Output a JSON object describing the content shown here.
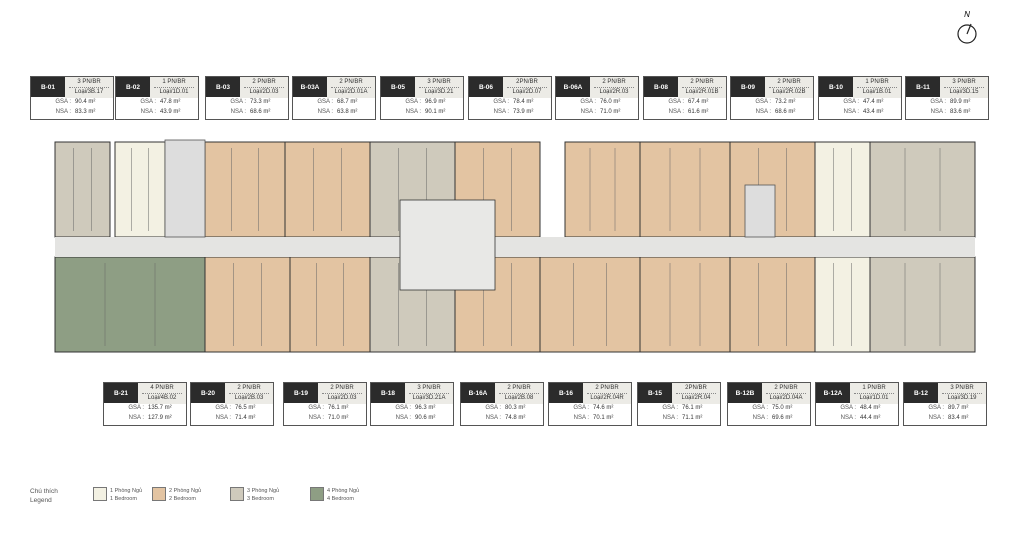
{
  "colors": {
    "1": "#f3f1e3",
    "2": "#e3c4a2",
    "3": "#cfcabc",
    "4": "#8e9e84"
  },
  "compass": {
    "label": "N"
  },
  "labels": {
    "gsa": "GSA :",
    "nsa": "NSA :"
  },
  "top_units": [
    {
      "code": "B-01",
      "type": "3 PN/BR",
      "model": "Loại/3B.17",
      "gsa": "90.4 m²",
      "nsa": "83.3 m²",
      "br": 3
    },
    {
      "code": "B-02",
      "type": "1 PN/BR",
      "model": "Loại/1D.01",
      "gsa": "47.8 m²",
      "nsa": "43.9 m²",
      "br": 1
    },
    {
      "code": "B-03",
      "type": "2 PN/BR",
      "model": "Loại/2D.03",
      "gsa": "73.3 m²",
      "nsa": "68.6 m²",
      "br": 2
    },
    {
      "code": "B-03A",
      "type": "2 PN/BR",
      "model": "Loại/2D.01A",
      "gsa": "68.7 m²",
      "nsa": "63.8 m²",
      "br": 2
    },
    {
      "code": "B-05",
      "type": "3 PN/BR",
      "model": "Loại/3D.21",
      "gsa": "96.9 m²",
      "nsa": "90.1 m²",
      "br": 3
    },
    {
      "code": "B-06",
      "type": "2PN/BR",
      "model": "Loại/2D.07",
      "gsa": "78.4 m²",
      "nsa": "73.9 m²",
      "br": 2
    },
    {
      "code": "B-06A",
      "type": "2 PN/BR",
      "model": "Loại/2R.03",
      "gsa": "76.0 m²",
      "nsa": "71.0 m²",
      "br": 2
    },
    {
      "code": "B-08",
      "type": "2 PN/BR",
      "model": "Loại/2R.01B",
      "gsa": "67.4 m²",
      "nsa": "61.6 m²",
      "br": 2
    },
    {
      "code": "B-09",
      "type": "2 PN/BR",
      "model": "Loại/2R.02B",
      "gsa": "73.2 m²",
      "nsa": "68.6 m²",
      "br": 2
    },
    {
      "code": "B-10",
      "type": "1 PN/BR",
      "model": "Loại/1B.01",
      "gsa": "47.4 m²",
      "nsa": "43.4 m²",
      "br": 1
    },
    {
      "code": "B-11",
      "type": "3 PN/BR",
      "model": "Loại/3D.15",
      "gsa": "89.9 m²",
      "nsa": "83.6 m²",
      "br": 3
    }
  ],
  "bottom_units": [
    {
      "code": "B-21",
      "type": "4 PN/BR",
      "model": "Loại/4B.02",
      "gsa": "135.7 m²",
      "nsa": "127.9 m²",
      "br": 4
    },
    {
      "code": "B-20",
      "type": "2 PN/BR",
      "model": "Loại/2B.03",
      "gsa": "76.5 m²",
      "nsa": "71.4 m²",
      "br": 2
    },
    {
      "code": "B-19",
      "type": "2 PN/BR",
      "model": "Loại/2D.03",
      "gsa": "76.1 m²",
      "nsa": "71.0 m²",
      "br": 2
    },
    {
      "code": "B-18",
      "type": "3 PN/BR",
      "model": "Loại/3D.21A",
      "gsa": "96.3 m²",
      "nsa": "90.6 m²",
      "br": 3
    },
    {
      "code": "B-16A",
      "type": "2 PN/BR",
      "model": "Loại/2B.08",
      "gsa": "80.3 m²",
      "nsa": "74.8 m²",
      "br": 2
    },
    {
      "code": "B-16",
      "type": "2 PN/BR",
      "model": "Loại/2R.04R",
      "gsa": "74.6 m²",
      "nsa": "70.1 m²",
      "br": 2
    },
    {
      "code": "B-15",
      "type": "2PN/BR",
      "model": "Loại/2R.04",
      "gsa": "76.1 m²",
      "nsa": "71.1 m²",
      "br": 2
    },
    {
      "code": "B-12B",
      "type": "2 PN/BR",
      "model": "Loại/2D.04A",
      "gsa": "75.0 m²",
      "nsa": "69.6 m²",
      "br": 2
    },
    {
      "code": "B-12A",
      "type": "1 PN/BR",
      "model": "Loại/1D.01",
      "gsa": "48.4 m²",
      "nsa": "44.4 m²",
      "br": 1
    },
    {
      "code": "B-12",
      "type": "3 PN/BR",
      "model": "Loại/3D.19",
      "gsa": "89.7 m²",
      "nsa": "83.4 m²",
      "br": 3
    }
  ],
  "legend": {
    "title_vi": "Chú thích",
    "title_en": "Legend",
    "items": [
      {
        "vi": "1 Phòng Ngủ",
        "en": "1 Bedroom",
        "br": 1
      },
      {
        "vi": "2 Phòng Ngủ",
        "en": "2 Bedroom",
        "br": 2
      },
      {
        "vi": "3 Phòng Ngủ",
        "en": "3 Bedroom",
        "br": 3
      },
      {
        "vi": "4 Phòng Ngủ",
        "en": "4 Bedroom",
        "br": 4
      }
    ]
  }
}
